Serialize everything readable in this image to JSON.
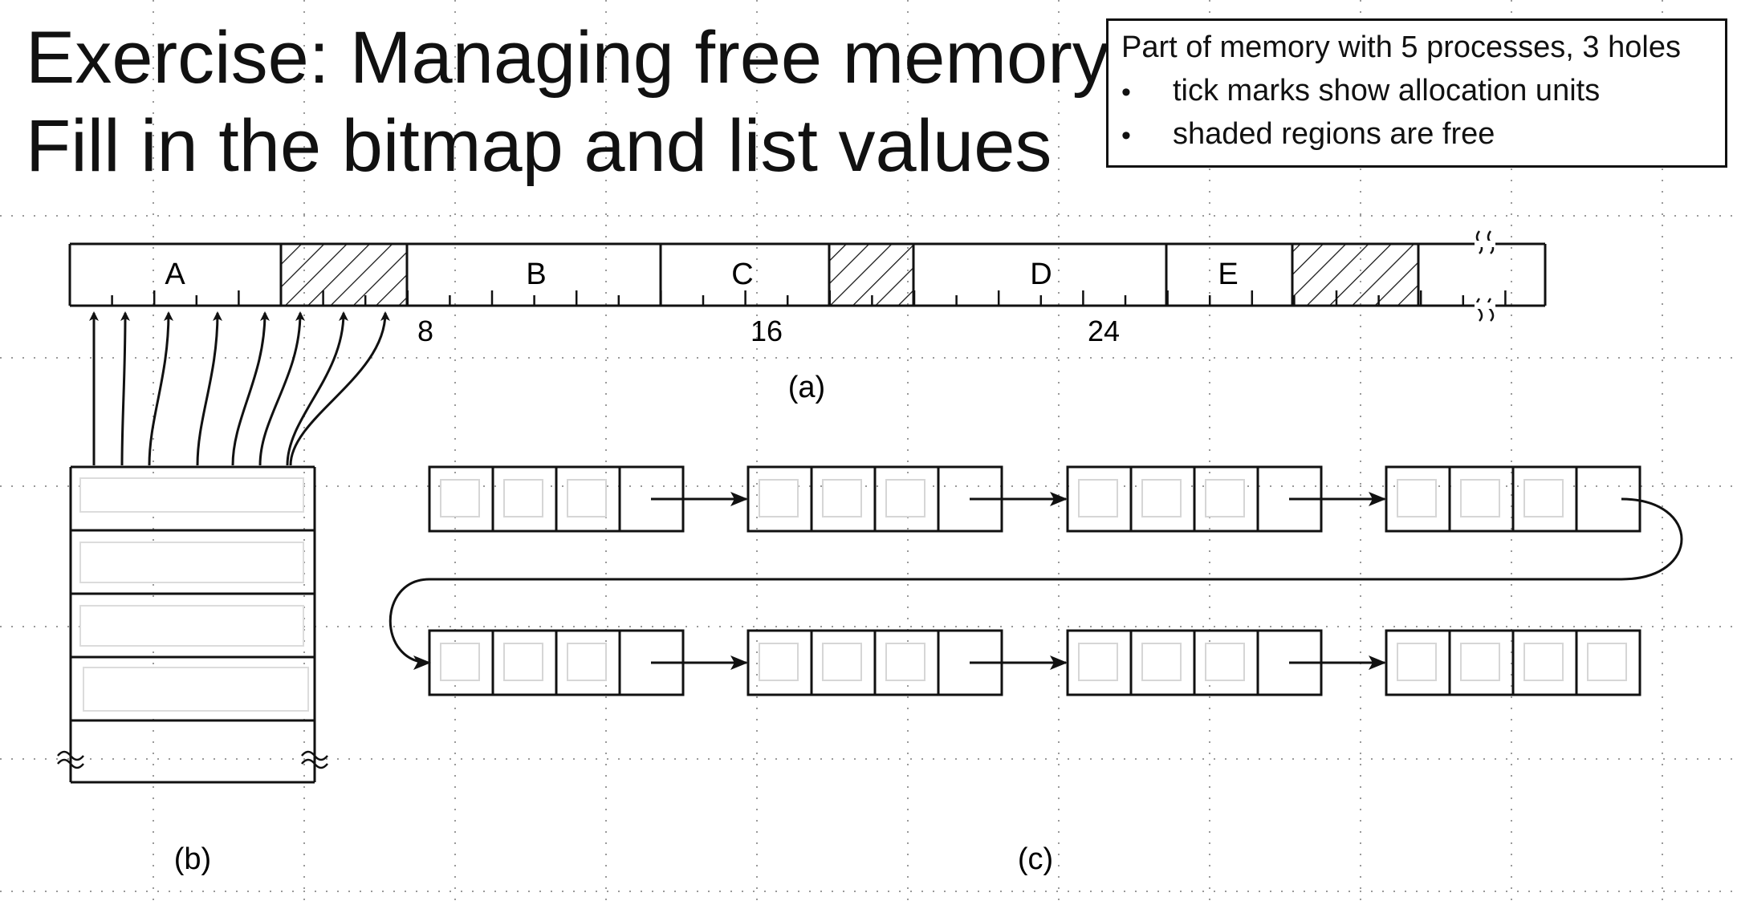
{
  "title": {
    "line1": "Exercise: Managing free memory",
    "line2": "Fill in the bitmap and list values"
  },
  "note": {
    "heading": "Part of memory with 5 processes, 3 holes",
    "bullet_glyph": "•",
    "bullets": [
      "tick marks show allocation units",
      "shaded regions are free"
    ]
  },
  "memory": {
    "processes": [
      "A",
      "B",
      "C",
      "D",
      "E"
    ],
    "scale_labels": [
      "8",
      "16",
      "24"
    ],
    "hole_count": 3
  },
  "captions": {
    "a": "(a)",
    "b": "(b)",
    "c": "(c)"
  },
  "bitmap": {
    "rows_shown": 5,
    "arrows": 8
  },
  "linked_list": {
    "nodes": 8,
    "rows": 2
  },
  "colors": {
    "line": "#111111",
    "grid_dot": "#9a9a9a",
    "hatch": "#111111"
  }
}
